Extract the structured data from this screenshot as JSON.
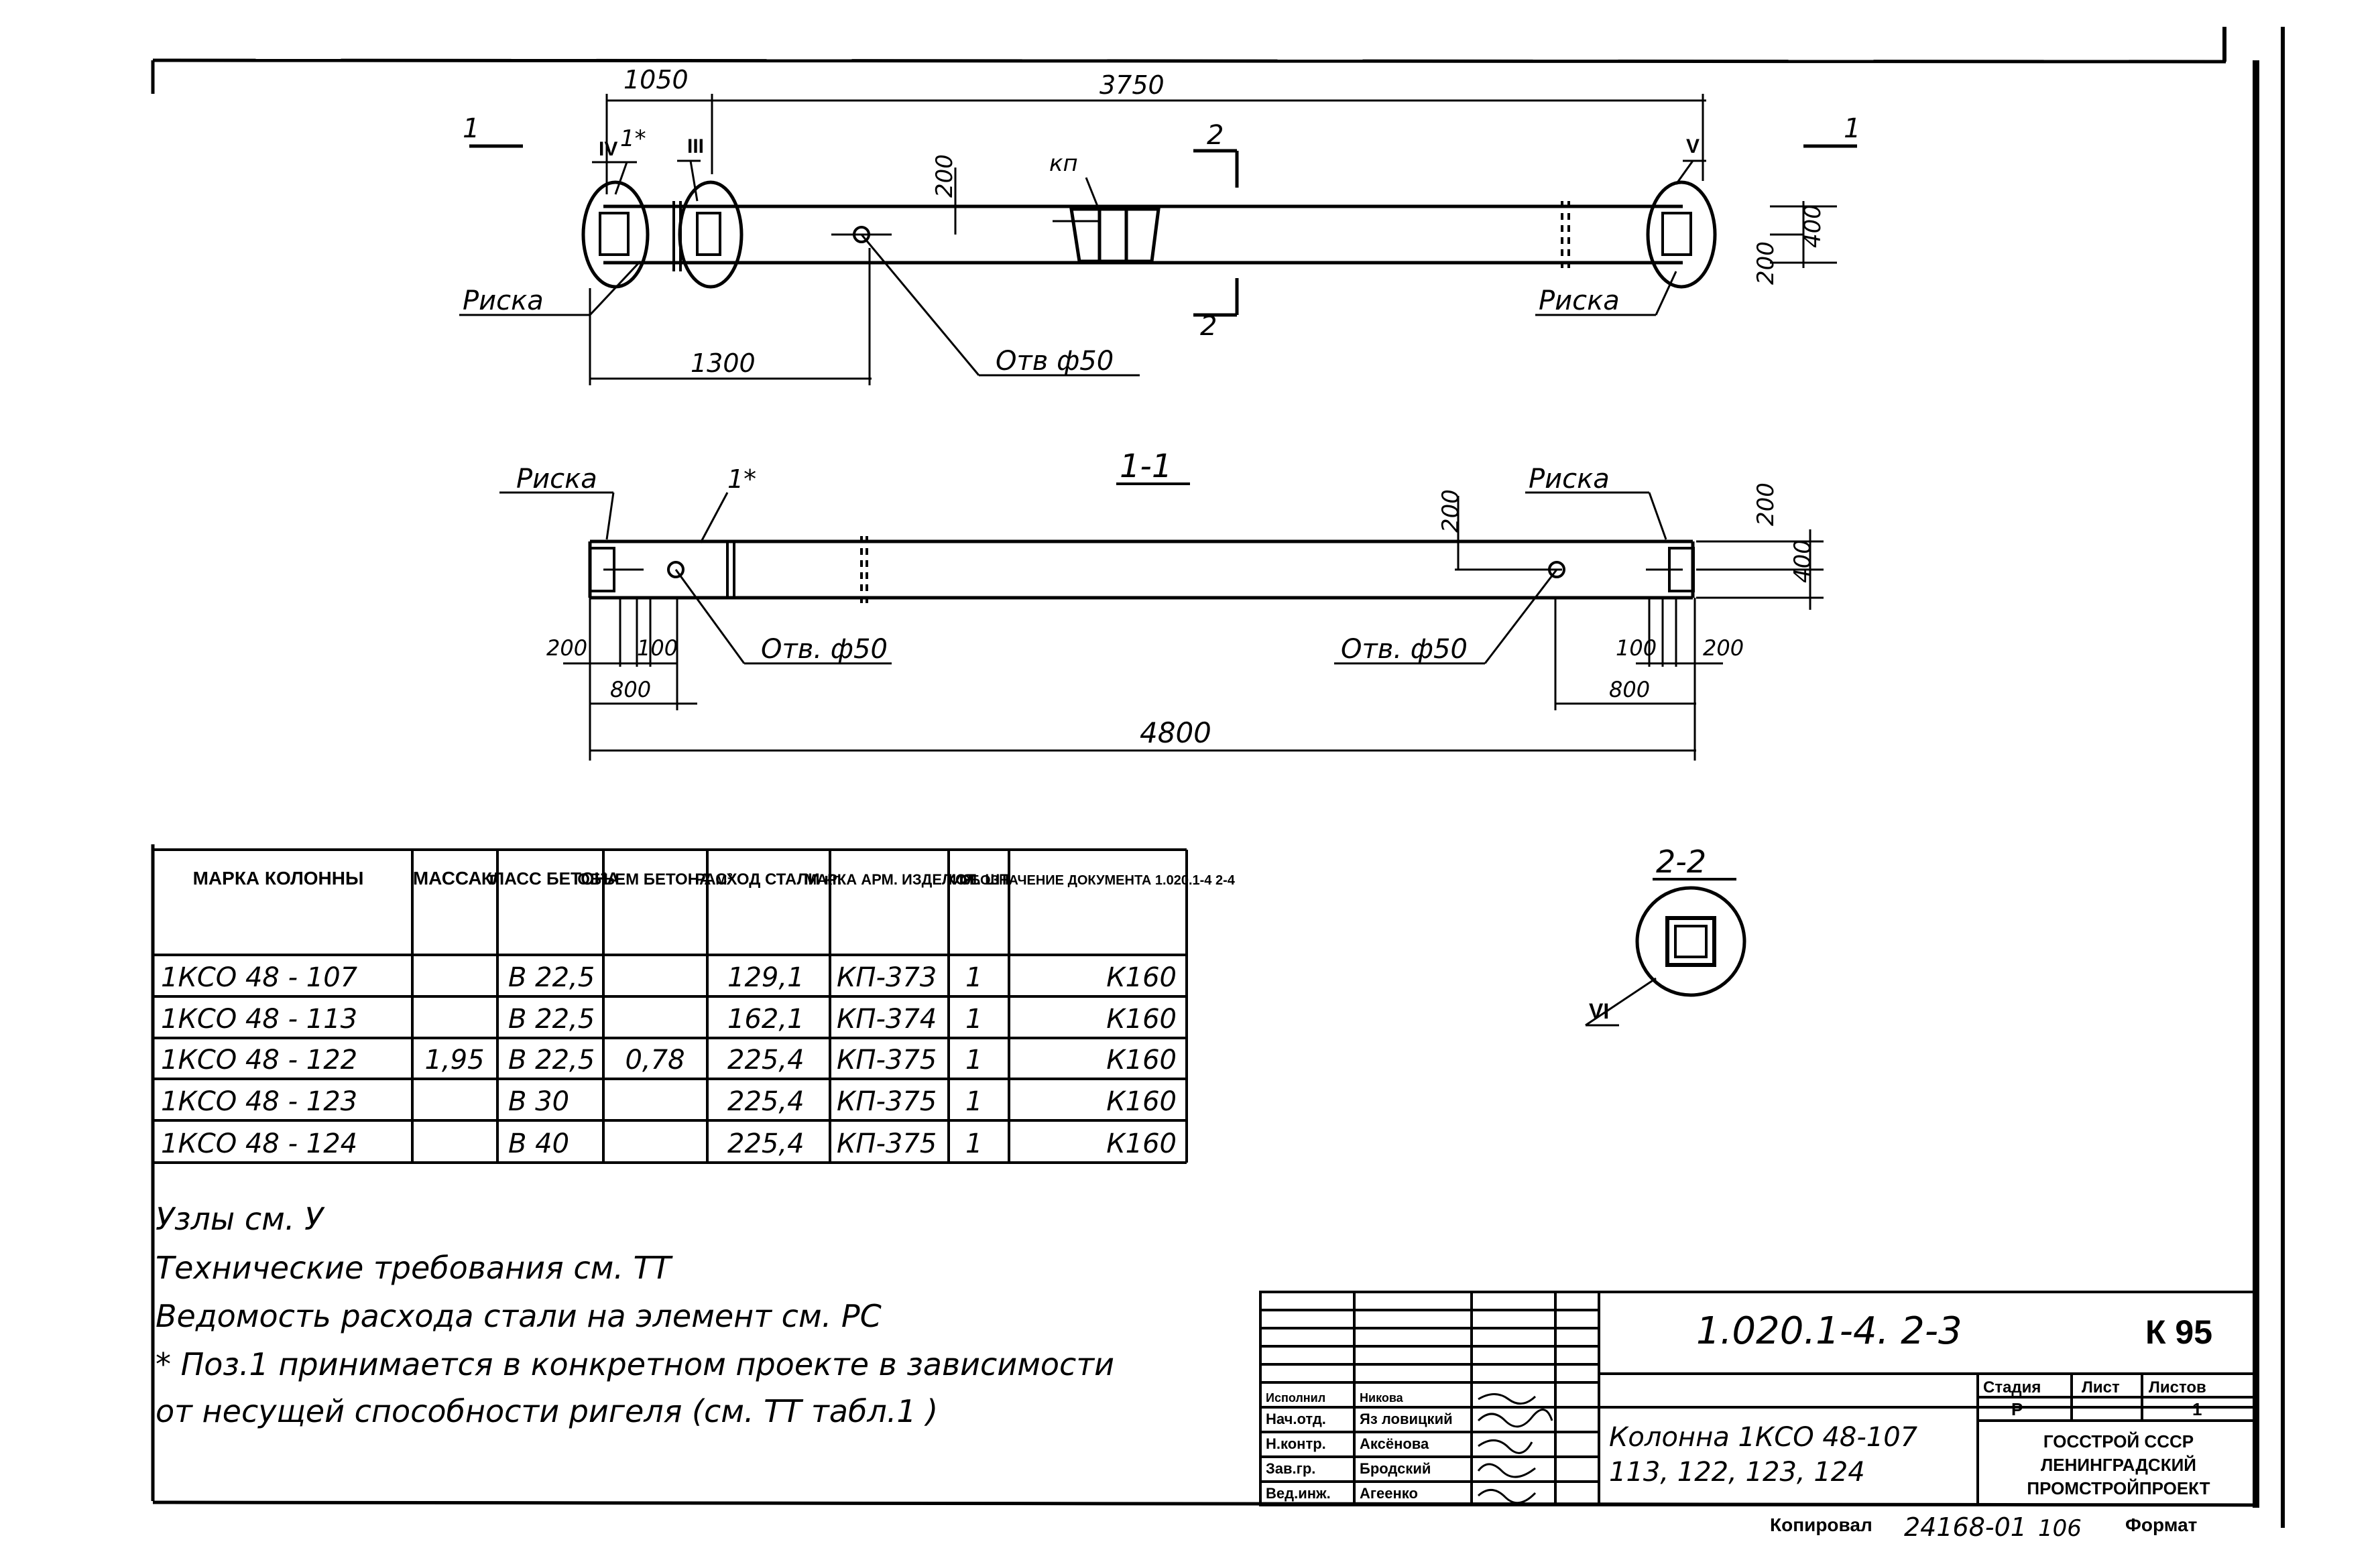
{
  "dims": {
    "d1050": "1050",
    "d3750": "3750",
    "d200a": "200",
    "d400": "400",
    "d200b": "200",
    "d1300": "1300",
    "d4800": "4800",
    "d200_left": "200",
    "d100_left": "100",
    "d800_left": "800",
    "d100_right": "100",
    "d200_right": "200",
    "d800_right": "800",
    "d200_s11_top": "200",
    "d200_s11_right": "200",
    "d400_s11": "400"
  },
  "plan_labels": {
    "section_1_left": "1",
    "section_1_right": "1",
    "section_2_top": "2",
    "section_2_bottom": "2",
    "node_IV": "IV",
    "node_III": "III",
    "node_V": "V",
    "pos_1star": "1*",
    "kp": "кп",
    "riska_left": "Риска",
    "riska_right": "Риска",
    "otv_top": "Отв ф50"
  },
  "section_1_1": {
    "title": "1-1",
    "riska_left": "Риска",
    "riska_right": "Риска",
    "pos_1star": "1*",
    "otv_left": "Отв. ф50",
    "otv_right": "Отв. ф50"
  },
  "section_2_2": {
    "title": "2-2",
    "node_VI": "VI"
  },
  "table": {
    "headers": {
      "mark": "МАРКА КОЛОННЫ",
      "mass": "МАССА т",
      "class": "КЛАСС БЕТОНА",
      "volume": "ОБЪЕМ БЕТОНА м³",
      "steel": "РАСХОД СТАЛИ кг.",
      "arm": "МАРКА АРМ. ИЗДЕЛИЯ",
      "qty": "КОЛ. ШТ.",
      "doc": "ОБОЗНАЧЕНИЕ ДОКУМЕНТА 1.020.1-4 2-4"
    },
    "mass_value": "1,95",
    "volume_value": "0,78",
    "rows": [
      {
        "mark": "1КСО 48 - 107",
        "class": "В 22,5",
        "steel": "129,1",
        "arm": "КП-373",
        "qty": "1",
        "doc": "К160"
      },
      {
        "mark": "1КСО 48 - 113",
        "class": "В 22,5",
        "steel": "162,1",
        "arm": "КП-374",
        "qty": "1",
        "doc": "К160"
      },
      {
        "mark": "1КСО 48 - 122",
        "class": "В 22,5",
        "steel": "225,4",
        "arm": "КП-375",
        "qty": "1",
        "doc": "К160"
      },
      {
        "mark": "1КСО 48 - 123",
        "class": "В 30",
        "steel": "225,4",
        "arm": "КП-375",
        "qty": "1",
        "doc": "К160"
      },
      {
        "mark": "1КСО 48 - 124",
        "class": "В 40",
        "steel": "225,4",
        "arm": "КП-375",
        "qty": "1",
        "doc": "К160"
      }
    ]
  },
  "notes": [
    "Узлы см. У",
    "Технические требования см. ТТ",
    "Ведомость расхода стали на элемент см. РС",
    "* Поз.1 принимается в конкретном проекте в зависимости",
    "от несущей способности ригеля (см. ТТ табл.1 )"
  ],
  "title_block": {
    "doc_code": "1.020.1-4. 2-3",
    "sheet_code": "К 95",
    "roles": [
      "Нач.отд.",
      "Н.контр.",
      "Зав.гр.",
      "Вед.инж.",
      "Исполнил"
    ],
    "names": [
      "Яз ловицкий",
      "Аксёнова",
      "Бродский",
      "Агеенко",
      "Никова"
    ],
    "description_line1": "Колонна 1КСО 48-107",
    "description_line2": "113, 122, 123, 124",
    "stage_label": "Стадия",
    "sheet_label": "Лист",
    "sheets_label": "Листов",
    "stage_value": "Р",
    "sheets_value": "1",
    "org_line1": "ГОССТРОЙ СССР",
    "org_line2": "ЛЕНИНГРАДСКИЙ",
    "org_line3": "ПРОМСТРОЙПРОЕКТ",
    "copied_label": "Копировал",
    "copy_number": "24168-01",
    "copy_page": "106",
    "format_label": "Формат"
  }
}
